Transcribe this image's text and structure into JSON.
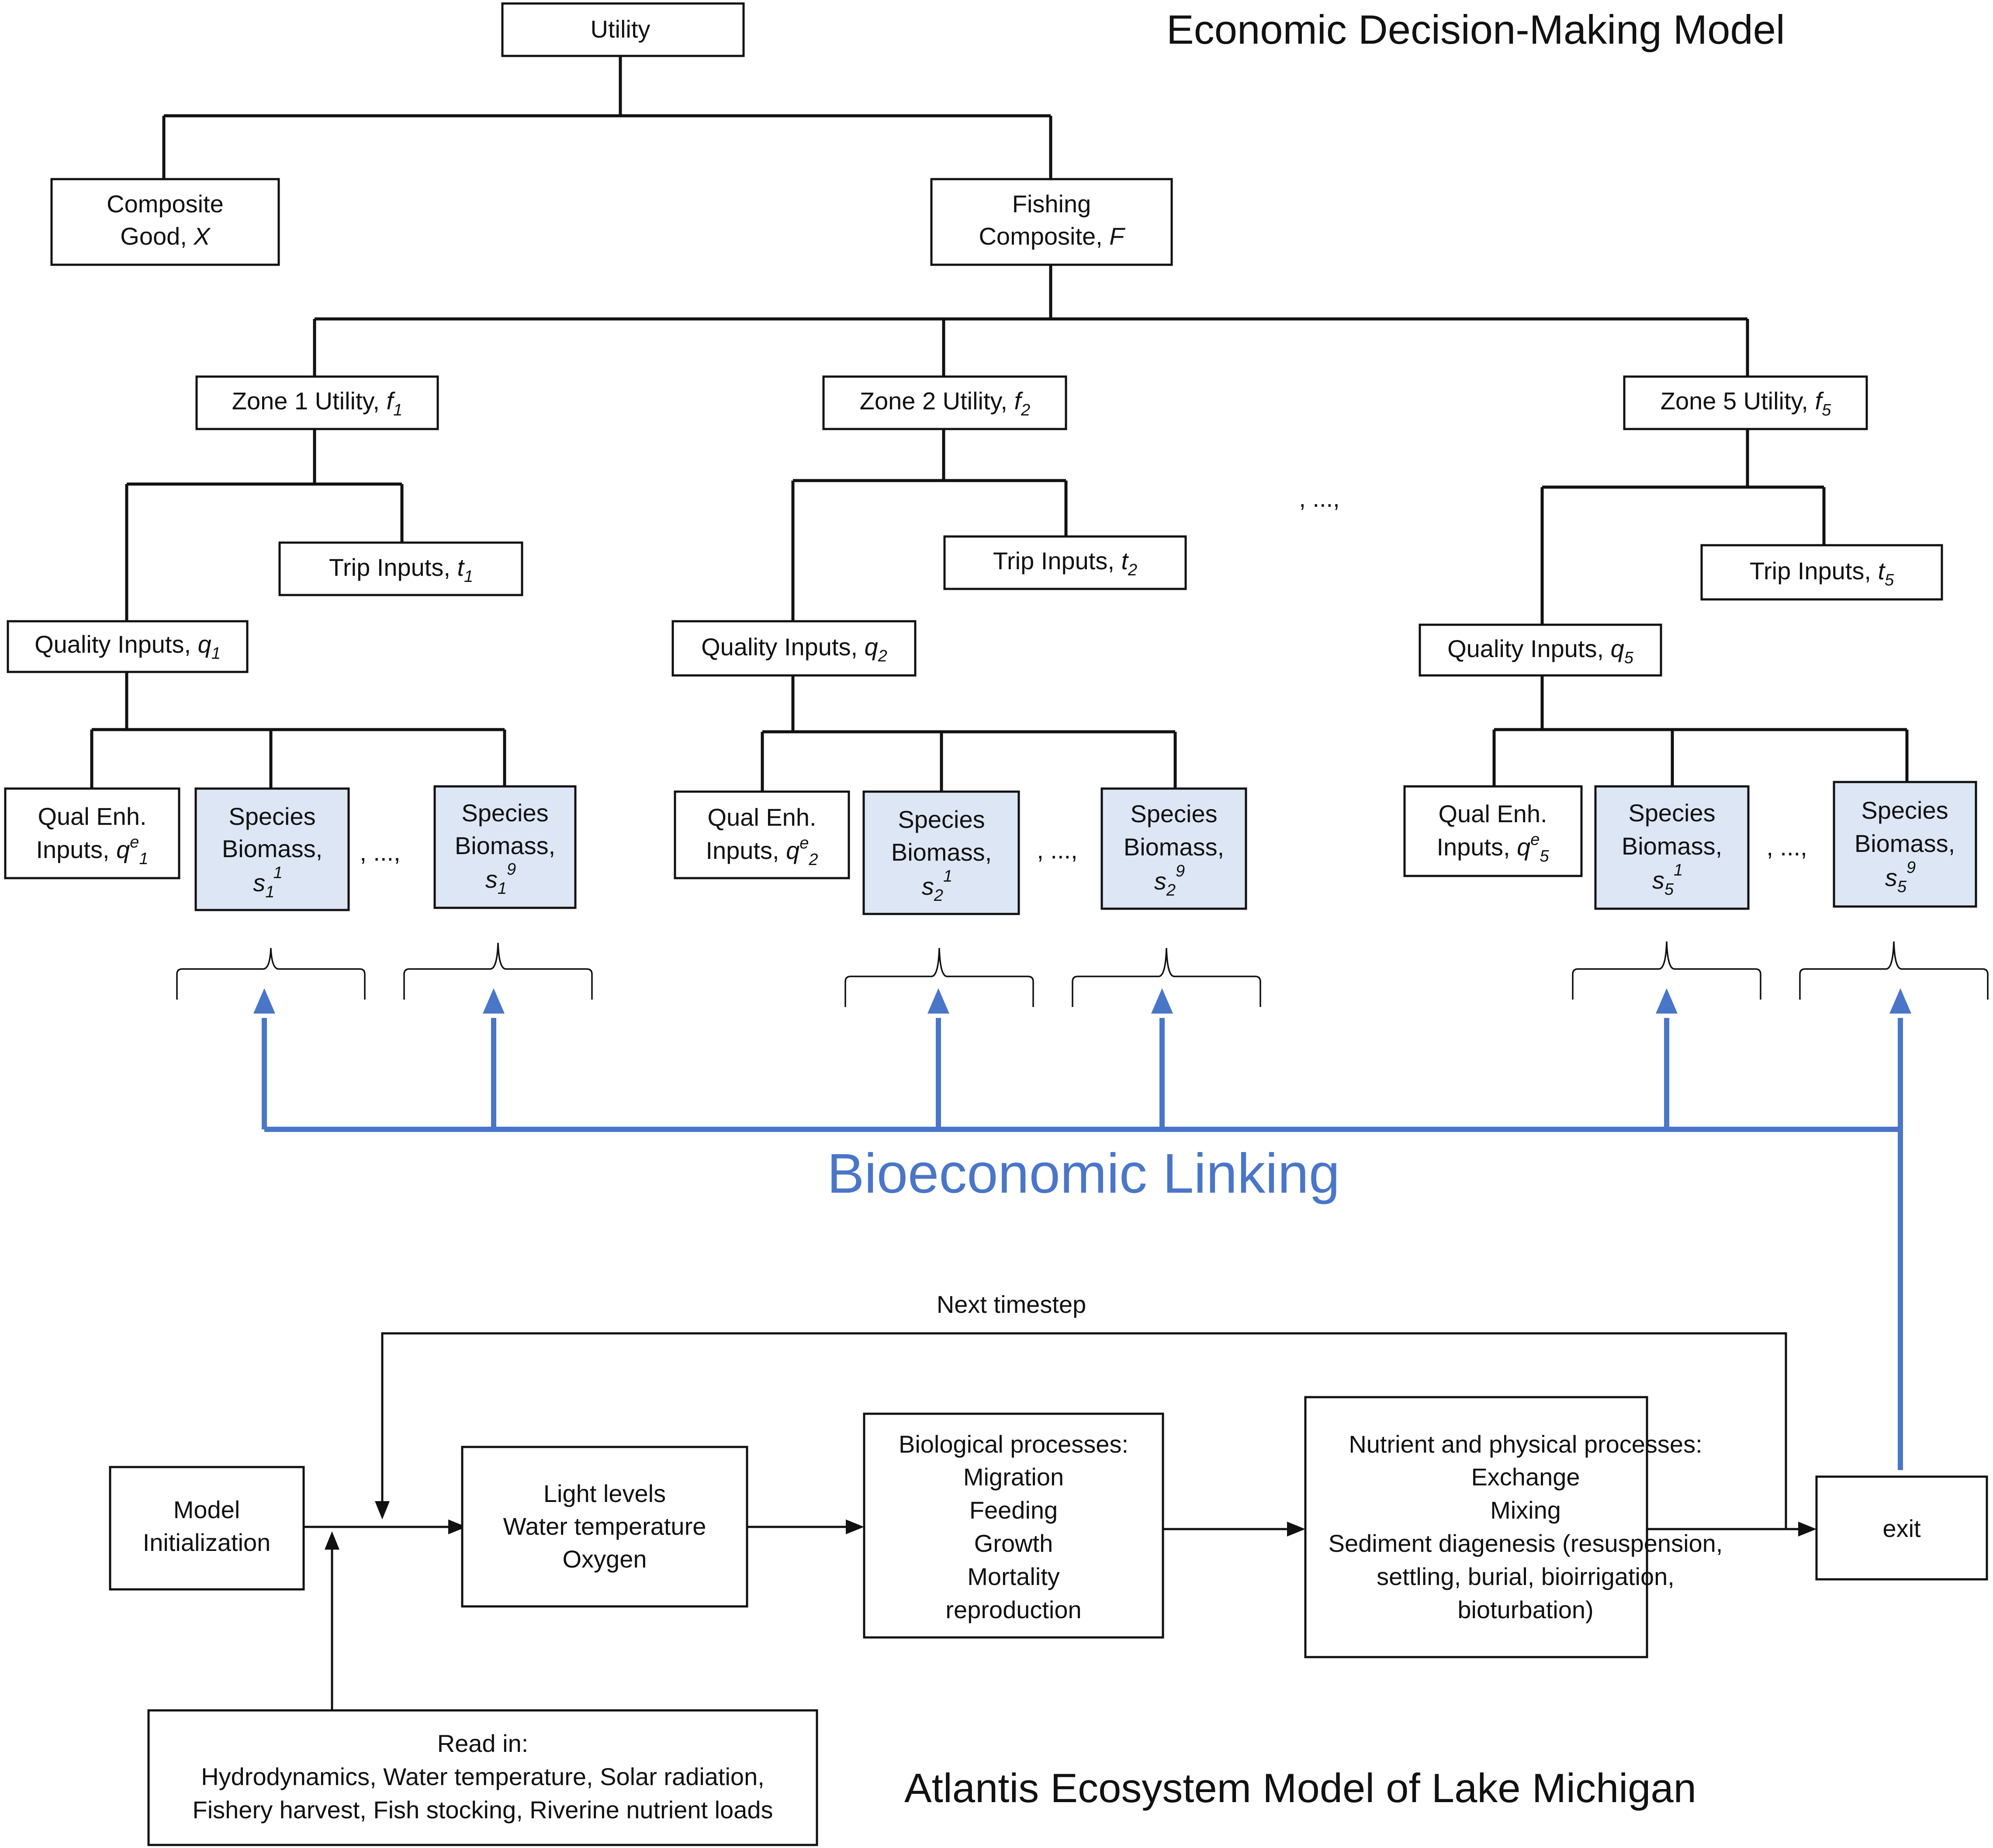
{
  "economic_title": "Economic Decision-Making Model",
  "atlantis_title": "Atlantis Ecosystem Model of Lake Michigan",
  "bioeconomic_label": "Bioeconomic Linking",
  "next_timestep_label": "Next timestep",
  "ellipsis": ", ...,",
  "utility": "Utility",
  "composite_good": {
    "line1": "Composite",
    "line2": "Good, ",
    "var": "X"
  },
  "fishing_composite": {
    "line1": "Fishing",
    "line2": "Composite, ",
    "var": "F"
  },
  "zones": [
    {
      "utility": {
        "text": "Zone 1 Utility, ",
        "var": "f",
        "sub": "1"
      },
      "trip": {
        "text": "Trip Inputs, ",
        "var": "t",
        "sub": "1"
      },
      "quality": {
        "text": "Quality Inputs, ",
        "var": "q",
        "sub": "1"
      },
      "qual_enh": {
        "line1": "Qual Enh.",
        "line2": "Inputs, ",
        "var": "q",
        "sup": "e",
        "sub": "1"
      },
      "species_first": {
        "line1": "Species",
        "line2": "Biomass,",
        "var": "s",
        "sub": "1",
        "sup": "1"
      },
      "species_last": {
        "line1": "Species",
        "line2": "Biomass,",
        "var": "s",
        "sub": "1",
        "sup": "9"
      }
    },
    {
      "utility": {
        "text": "Zone 2 Utility, ",
        "var": "f",
        "sub": "2"
      },
      "trip": {
        "text": "Trip Inputs, ",
        "var": "t",
        "sub": "2"
      },
      "quality": {
        "text": "Quality Inputs, ",
        "var": "q",
        "sub": "2"
      },
      "qual_enh": {
        "line1": "Qual Enh.",
        "line2": "Inputs, ",
        "var": "q",
        "sup": "e",
        "sub": "2"
      },
      "species_first": {
        "line1": "Species",
        "line2": "Biomass,",
        "var": "s",
        "sub": "2",
        "sup": "1"
      },
      "species_last": {
        "line1": "Species",
        "line2": "Biomass,",
        "var": "s",
        "sub": "2",
        "sup": "9"
      }
    },
    {
      "utility": {
        "text": "Zone 5 Utility, ",
        "var": "f",
        "sub": "5"
      },
      "trip": {
        "text": "Trip Inputs, ",
        "var": "t",
        "sub": "5"
      },
      "quality": {
        "text": "Quality Inputs, ",
        "var": "q",
        "sub": "5"
      },
      "qual_enh": {
        "line1": "Qual Enh.",
        "line2": "Inputs, ",
        "var": "q",
        "sup": "e",
        "sub": "5"
      },
      "species_first": {
        "line1": "Species",
        "line2": "Biomass,",
        "var": "s",
        "sub": "5",
        "sup": "1"
      },
      "species_last": {
        "line1": "Species",
        "line2": "Biomass,",
        "var": "s",
        "sub": "5",
        "sup": "9"
      }
    }
  ],
  "flow": {
    "model_init": [
      "Model",
      "Initialization"
    ],
    "light": [
      "Light levels",
      "Water temperature",
      "Oxygen"
    ],
    "biological": [
      "Biological processes:",
      "Migration",
      "Feeding",
      "Growth",
      "Mortality",
      "reproduction"
    ],
    "nutrient": [
      "Nutrient and physical processes:",
      "Exchange",
      "Mixing",
      "Sediment diagenesis (resuspension,",
      "settling, burial, bioirrigation,",
      "bioturbation)"
    ],
    "exit": "exit",
    "read_in": [
      "Read in:",
      "Hydrodynamics, Water temperature, Solar radiation,",
      "Fishery harvest, Fish stocking, Riverine nutrient loads"
    ]
  }
}
